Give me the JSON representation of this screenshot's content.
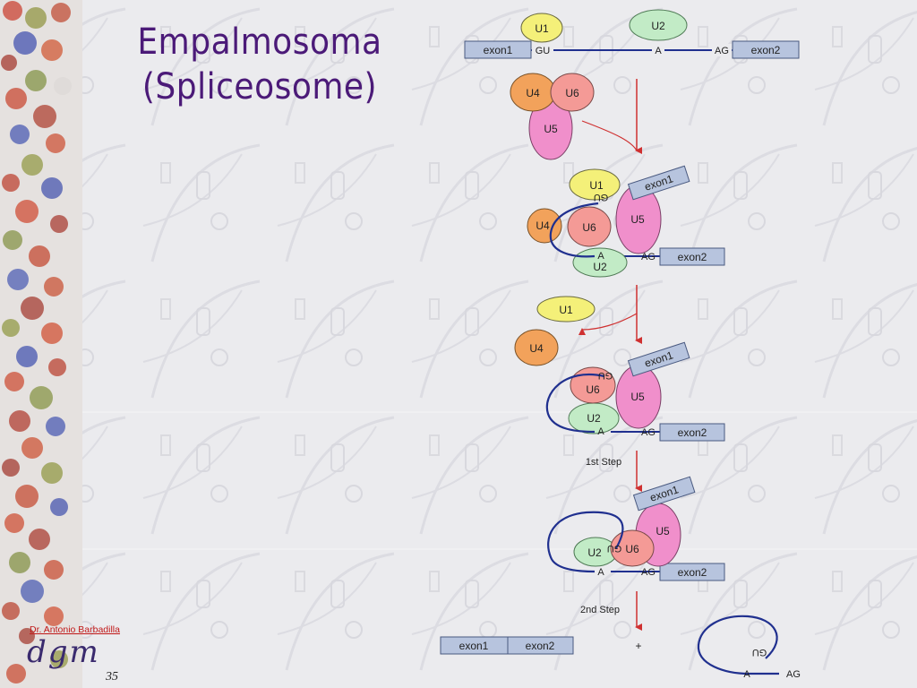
{
  "title_line1": "Empalmosoma",
  "title_line2": "(Spliceosome)",
  "author": "Dr. Antonio Barbadilla",
  "logo": "dgm",
  "page_number": "35",
  "labels": {
    "exon1": "exon1",
    "exon2": "exon2",
    "gu": "GU",
    "gu_flipped": "GU",
    "a": "A",
    "ag": "AG",
    "u1": "U1",
    "u2": "U2",
    "u4": "U4",
    "u5": "U5",
    "u6": "U6",
    "first_step": "1st Step",
    "second_step": "2nd Step",
    "plus": "+"
  },
  "colors": {
    "u1": "#f4f079",
    "u2": "#c2ebc6",
    "u4": "#f2a25b",
    "u5": "#f08fcb",
    "u6": "#f49a96",
    "exon": "#b7c4de",
    "rna": "#20308f",
    "arrow": "#cf3030",
    "title": "#4b1a78"
  }
}
